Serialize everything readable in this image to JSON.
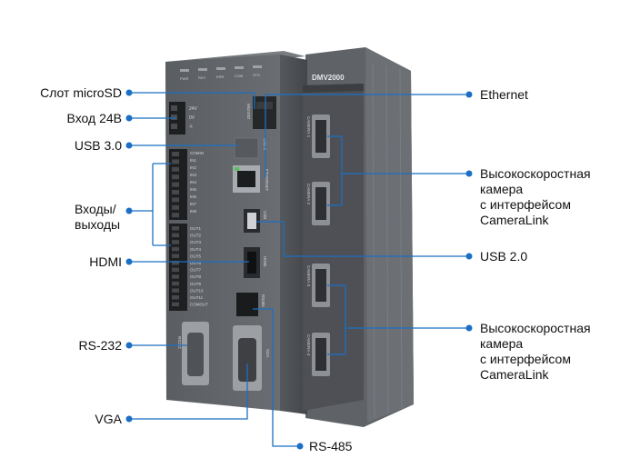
{
  "device": {
    "model": "DMV2000",
    "front_labels": {
      "top_leds": [
        "PWR",
        "RDY",
        "ERR",
        "COM",
        "STO"
      ],
      "power": [
        "24V",
        "0V",
        "≟"
      ],
      "inputs": [
        "COMIN",
        "IN1",
        "IN2",
        "IN3",
        "IN4",
        "IN5",
        "IN6",
        "IN7",
        "IN8"
      ],
      "outputs": [
        "OUT1",
        "OUT2",
        "OUT3",
        "OUT4",
        "OUT5",
        "OUT6",
        "OUT7",
        "OUT8",
        "OUT9",
        "OUT10",
        "OUT11",
        "COMOUT"
      ],
      "microsd": "MicroSD",
      "usb3": "USB 3",
      "ethernet": "ETHERNET",
      "usb": "USB",
      "hdmi": "HDMI",
      "rs485": "RS485",
      "rs232": "RS232",
      "vga": "VGA"
    },
    "camera_ports": [
      "CAMERA-1",
      "CAMERA-2",
      "CAMERA-3",
      "CAMERA-4"
    ]
  },
  "callouts_left": {
    "microsd": "Слот microSD",
    "power24": "Вход 24В",
    "usb3": "USB 3.0",
    "io": "Входы/\nвыходы",
    "hdmi": "HDMI",
    "rs232": "RS-232",
    "vga": "VGA"
  },
  "callouts_right": {
    "ethernet": "Ethernet",
    "camera_a": "Высокоскоростная\nкамера\nс интерфейсом\nCameraLink",
    "usb2": "USB 2.0",
    "camera_b": "Высокоскоростная\nкамера\nс интерфейсом\nCameraLink"
  },
  "callouts_bottom": {
    "rs485": "RS-485"
  },
  "colors": {
    "leader": "#1b6fc4",
    "body_front": "#5e6166",
    "body_side": "#4a4c50",
    "heatsink": "#6b6e73"
  }
}
